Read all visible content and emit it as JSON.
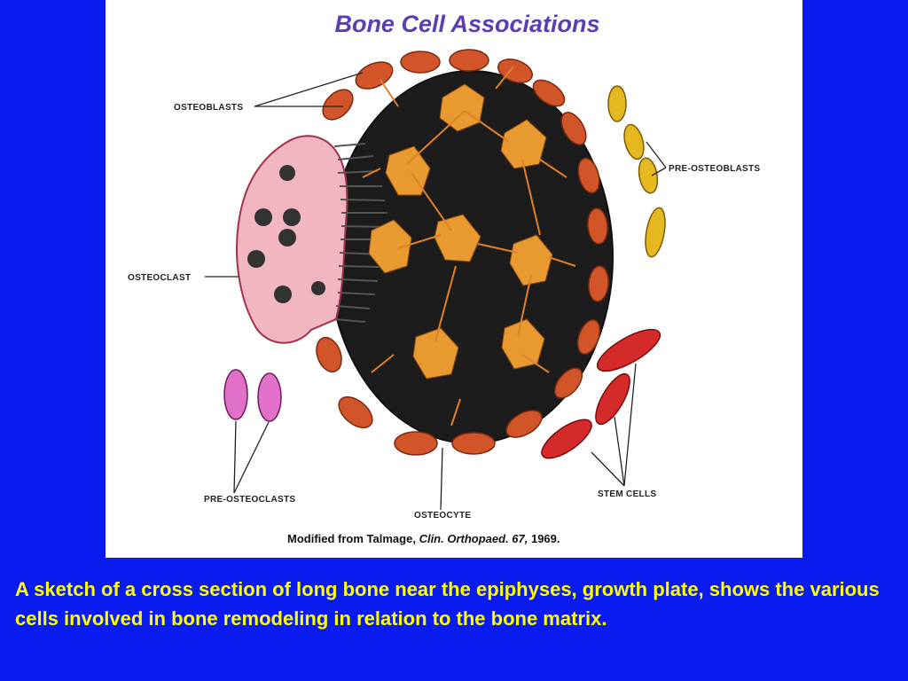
{
  "figure": {
    "title": "Bone Cell Associations",
    "labels": {
      "osteoblasts": "OSTEOBLASTS",
      "pre_osteoblasts": "PRE-OSTEOBLASTS",
      "osteoclast": "OSTEOCLAST",
      "pre_osteoclasts": "PRE-OSTEOCLASTS",
      "osteocyte": "OSTEOCYTE",
      "stem_cells": "STEM CELLS"
    },
    "credit": {
      "prefix": "Modified from Talmage, ",
      "journal": "Clin. Orthopaed. 67,",
      "year": " 1969."
    }
  },
  "caption": "A sketch of a cross section of long bone near the epiphyses, growth plate, shows the various cells involved in bone remodeling in relation to the bone matrix.",
  "colors": {
    "background": "#0a1bf0",
    "caption_text": "#ffff00",
    "title_text": "#5b3fb0",
    "osteoblast": "#d2552a",
    "pre_osteoblast": "#e6b820",
    "osteoclast": "#f2b6c0",
    "pre_osteoclast": "#e070c8",
    "stem_cell": "#d42a2a",
    "osteocyte": "#e89a30",
    "matrix": "#1c1c1c"
  }
}
